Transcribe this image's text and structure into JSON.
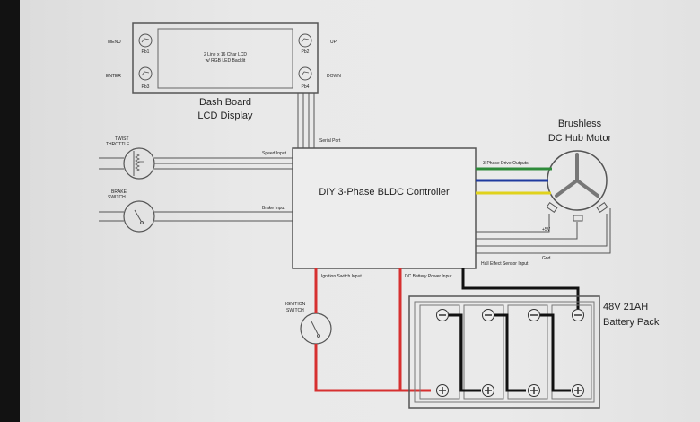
{
  "dashboard": {
    "lcd_text_line1": "2 Line x 16 Char LCD",
    "lcd_text_line2": "w/ RGB LED Backlit",
    "title_line1": "Dash Board",
    "title_line2": "LCD Display",
    "buttons": [
      {
        "side": "MENU",
        "tag": "Pb1"
      },
      {
        "side": "UP",
        "tag": "Pb2"
      },
      {
        "side": "ENTER",
        "tag": "Pb3"
      },
      {
        "side": "DOWN",
        "tag": "Pb4"
      }
    ]
  },
  "controller": {
    "title": "DIY 3-Phase BLDC Controller",
    "serial_port": "Serial Port",
    "speed_input": "Speed Input",
    "brake_input": "Brake Input",
    "drive_outputs": "3-Phase Drive Outputs",
    "plus5v": "+5V",
    "gnd": "Gnd",
    "hall_input": "Hall Effect Sensor Input",
    "ignition_input": "Ignition Switch Input",
    "dc_power_input": "DC Battery Power Input"
  },
  "throttle": {
    "line1": "TWIST",
    "line2": "THROTTLE"
  },
  "brake": {
    "line1": "BRAKE",
    "line2": "SWITCH"
  },
  "ignition": {
    "line1": "IGNITION",
    "line2": "SWITCH"
  },
  "motor": {
    "line1": "Brushless",
    "line2": "DC Hub Motor"
  },
  "battery": {
    "line1": "48V 21AH",
    "line2": "Battery Pack",
    "minus": "−",
    "plus": "+"
  },
  "colors": {
    "red_wire": "#d63030",
    "black_wire": "#111111",
    "phase_green": "#2e8b3a",
    "phase_blue": "#1f3a9e",
    "phase_yellow": "#e0d21c",
    "line": "#555555"
  }
}
